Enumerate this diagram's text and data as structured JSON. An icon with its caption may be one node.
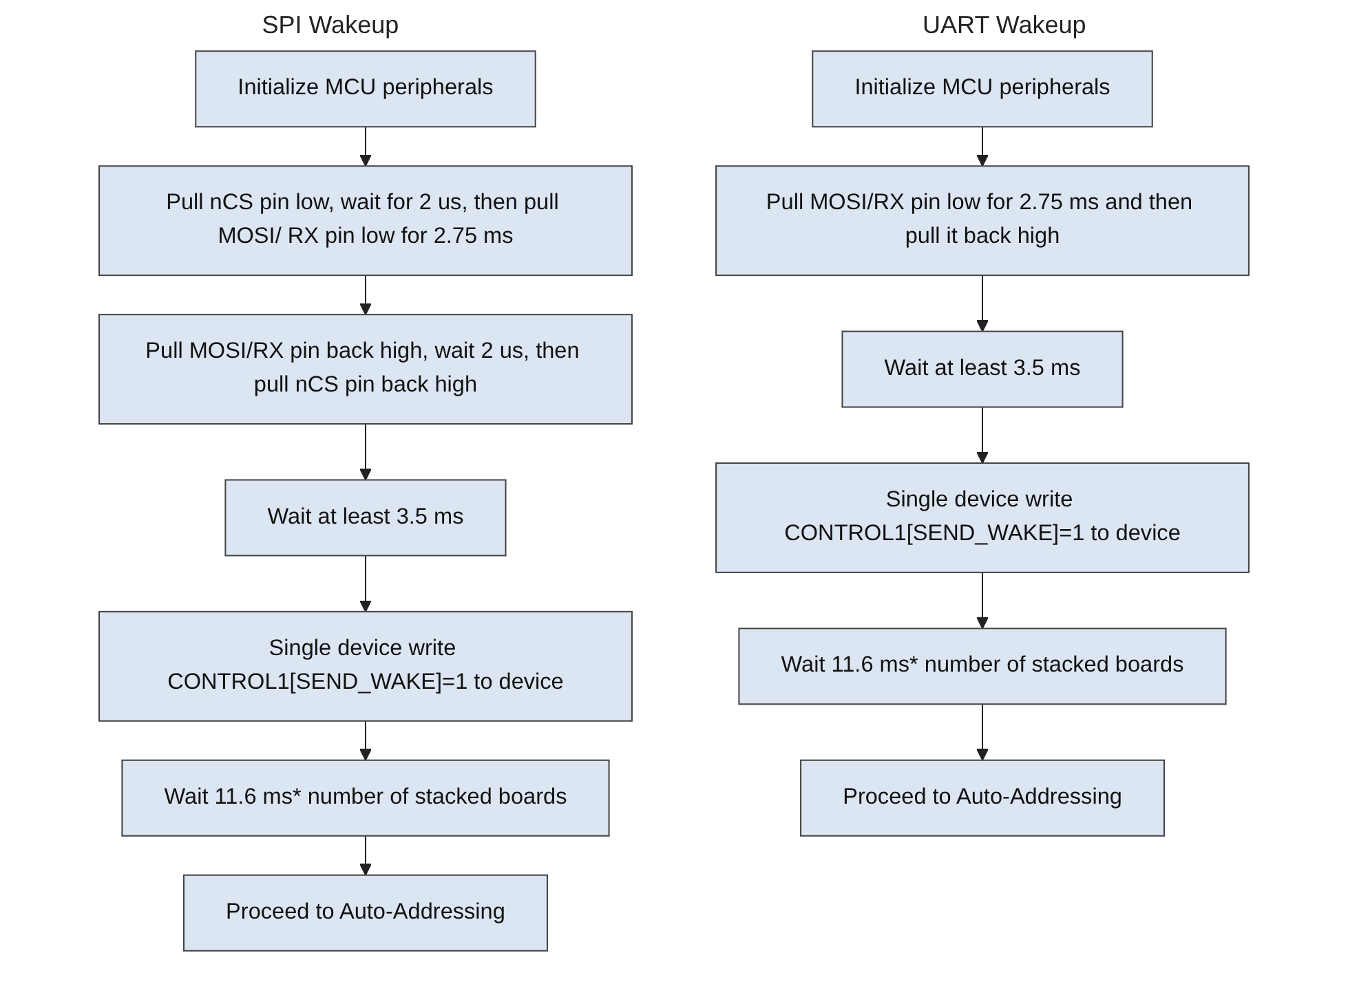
{
  "diagram": {
    "nodes": [
      {
        "text": [
          "Initialize MCU peripherals"
        ]
      },
      {
        "text": [
          "Pull nCS pin low, wait for 2 us, then pull MOSI/ RX pin low for 2.75 ms"
        ]
      },
      {
        "text": [
          "Pull MOSI/RX pin back high, wait 2 us, then pull nCS pin back high"
        ]
      },
      {
        "text": [
          "Wait at least 3.5 ms"
        ]
      },
      {
        "text": [
          "Single device write CONTROL1[SEND_WAKE]=1 to device"
        ]
      },
      {
        "text": [
          "Wait 11.6 ms* number of stacked boards"
        ]
      },
      {
        "text": [
          "Proceed to Auto-Addressing"
        ]
      },
      {
        "text": [
          "Initialize MCU peripherals"
        ]
      },
      {
        "text": [
          "Pull MOSI/RX pin low for 2.75 ms and then pull it back high"
        ]
      },
      {
        "text": [
          "Wait at least 3.5 ms"
        ]
      },
      {
        "text": [
          "Single device write CONTROL1[SEND_WAKE]=1 to device"
        ]
      },
      {
        "text": [
          "Wait 11.6 ms* number of stacked boards"
        ]
      },
      {
        "text": [
          "Proceed to Auto-Addressing"
        ]
      }
    ],
    "edges": [
      {
        "from": 0,
        "to": 1,
        "arrow": "to"
      },
      {
        "from": 1,
        "to": 2,
        "arrow": "to"
      },
      {
        "from": 2,
        "to": 3,
        "arrow": "to"
      },
      {
        "from": 3,
        "to": 4,
        "arrow": "to"
      },
      {
        "from": 4,
        "to": 5,
        "arrow": "to"
      },
      {
        "from": 5,
        "to": 6,
        "arrow": "to"
      },
      {
        "from": 7,
        "to": 8,
        "arrow": "to"
      },
      {
        "from": 8,
        "to": 9,
        "arrow": "to"
      },
      {
        "from": 9,
        "to": 10,
        "arrow": "to"
      },
      {
        "from": 10,
        "to": 11,
        "arrow": "to"
      },
      {
        "from": 11,
        "to": 12,
        "arrow": "to"
      }
    ],
    "labels": [
      "SPI Wakeup",
      "UART Wakeup"
    ]
  }
}
